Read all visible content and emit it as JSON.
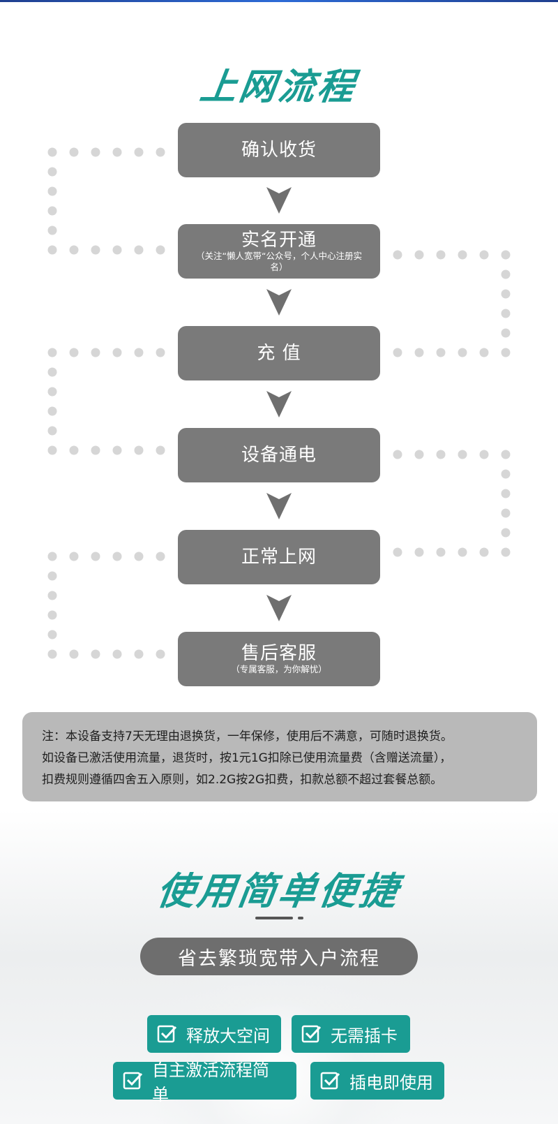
{
  "header": {
    "title": "上网流程"
  },
  "flow": [
    {
      "label": "确认收货"
    },
    {
      "label": "实名开通",
      "note": "（关注“懒人宽带“公众号，个人中心注册实名）"
    },
    {
      "label": "充 值"
    },
    {
      "label": "设备通电"
    },
    {
      "label": "正常上网"
    },
    {
      "label": "售后客服",
      "note": "（专属客服，为你解忧）"
    }
  ],
  "notice": {
    "line1": "注：本设备支持7天无理由退换货，一年保修，使用后不满意，可随时退换货。",
    "line2": "如设备已激活使用流量，退货时，按1元1G扣除已使用流量费（含赠送流量），",
    "line3": "扣费规则遵循四舍五入原则，如2.2G按2G扣费，扣款总额不超过套餐总额。"
  },
  "section2": {
    "title": "使用简单便捷",
    "subtitle": "省去繁琐宽带入户流程",
    "features": [
      "释放大空间",
      "无需插卡",
      "自主激活流程简单",
      "插电即使用"
    ]
  },
  "colors": {
    "teal": "#1a9c93",
    "step_gray": "#7a7a7a",
    "notice_gray": "#b9b9b9",
    "dot_gray": "#d6d6d6"
  }
}
